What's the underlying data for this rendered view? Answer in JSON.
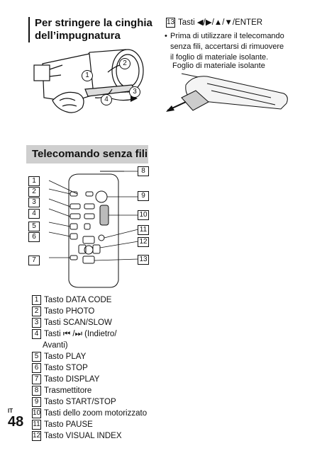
{
  "section_title_lines": [
    "Per stringere la cinghia",
    "dell’impugnatura"
  ],
  "banner_title": "Telecomando senza fili",
  "right_heading": {
    "num": "13",
    "text": "Tasti ◀/▶/▲/▼/ENTER"
  },
  "note_lines": [
    "Prima di utilizzare il telecomando",
    "senza fili, accertarsi di rimuovere",
    "il foglio di materiale isolante."
  ],
  "foil_label": "Foglio di materiale isolante",
  "camera_callouts": [
    "1",
    "2",
    "3",
    "4"
  ],
  "remote_callouts_left": [
    "1",
    "2",
    "3",
    "4",
    "5",
    "6",
    "7"
  ],
  "remote_callouts_right": [
    "8",
    "9",
    "10",
    "11",
    "12",
    "13"
  ],
  "list": [
    {
      "num": "1",
      "text": "Tasto DATA CODE"
    },
    {
      "num": "2",
      "text": "Tasto PHOTO"
    },
    {
      "num": "3",
      "text": "Tasti SCAN/SLOW"
    },
    {
      "num": "4",
      "text": "Tasti ⏮ /⏭ (Indietro/",
      "cont": "Avanti)"
    },
    {
      "num": "5",
      "text": "Tasto PLAY"
    },
    {
      "num": "6",
      "text": "Tasto STOP"
    },
    {
      "num": "7",
      "text": "Tasto DISPLAY"
    },
    {
      "num": "8",
      "text": "Trasmettitore"
    },
    {
      "num": "9",
      "text": "Tasto START/STOP"
    },
    {
      "num": "10",
      "text": "Tasti dello zoom motorizzato"
    },
    {
      "num": "11",
      "text": "Tasto PAUSE"
    },
    {
      "num": "12",
      "text": "Tasto VISUAL INDEX"
    }
  ],
  "page_lang": "IT",
  "page_number": "48"
}
